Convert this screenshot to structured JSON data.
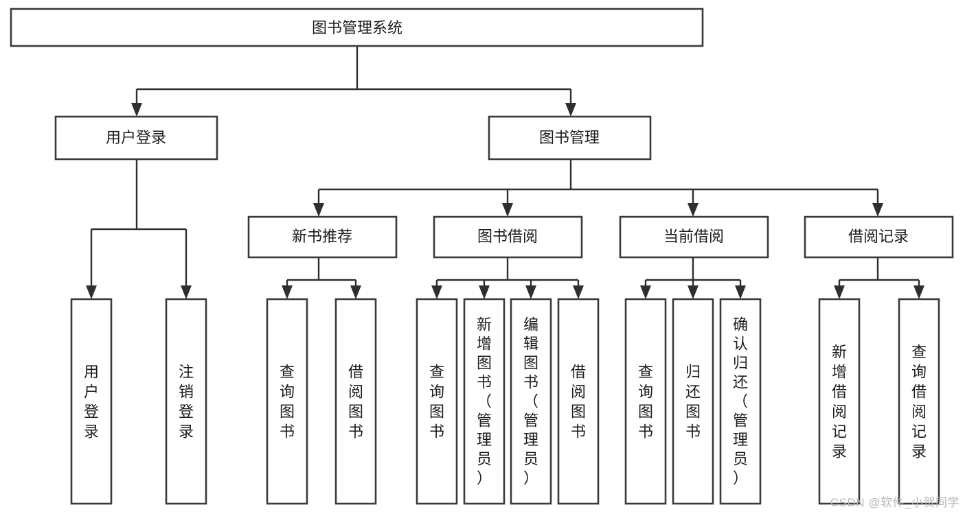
{
  "diagram": {
    "title": "图书管理系统",
    "root": {
      "label": "图书管理系统"
    },
    "level2": [
      {
        "label": "用户登录"
      },
      {
        "label": "图书管理"
      }
    ],
    "level3": [
      {
        "label": "新书推荐"
      },
      {
        "label": "图书借阅"
      },
      {
        "label": "当前借阅"
      },
      {
        "label": "借阅记录"
      }
    ],
    "leaves": {
      "user_login": [
        {
          "label": "用户登录"
        },
        {
          "label": "注销登录"
        }
      ],
      "new_book_recommend": [
        {
          "label": "查询图书"
        },
        {
          "label": "借阅图书"
        }
      ],
      "book_borrow": [
        {
          "label": "查询图书"
        },
        {
          "label": "新增图书（管理员）"
        },
        {
          "label": "编辑图书（管理员）"
        },
        {
          "label": "借阅图书"
        }
      ],
      "current_borrow": [
        {
          "label": "查询图书"
        },
        {
          "label": "归还图书"
        },
        {
          "label": "确认归还（管理员）"
        }
      ],
      "borrow_record": [
        {
          "label": "新增借阅记录"
        },
        {
          "label": "查询借阅记录"
        }
      ]
    }
  },
  "watermark": {
    "text": "CSDN @软件_小贺同学"
  },
  "colors": {
    "box_stroke": "#3a3a3a",
    "connector": "#2f2f2f",
    "text": "#1c1c1c",
    "background": "#ffffff",
    "watermark": "#b9b9b9"
  }
}
